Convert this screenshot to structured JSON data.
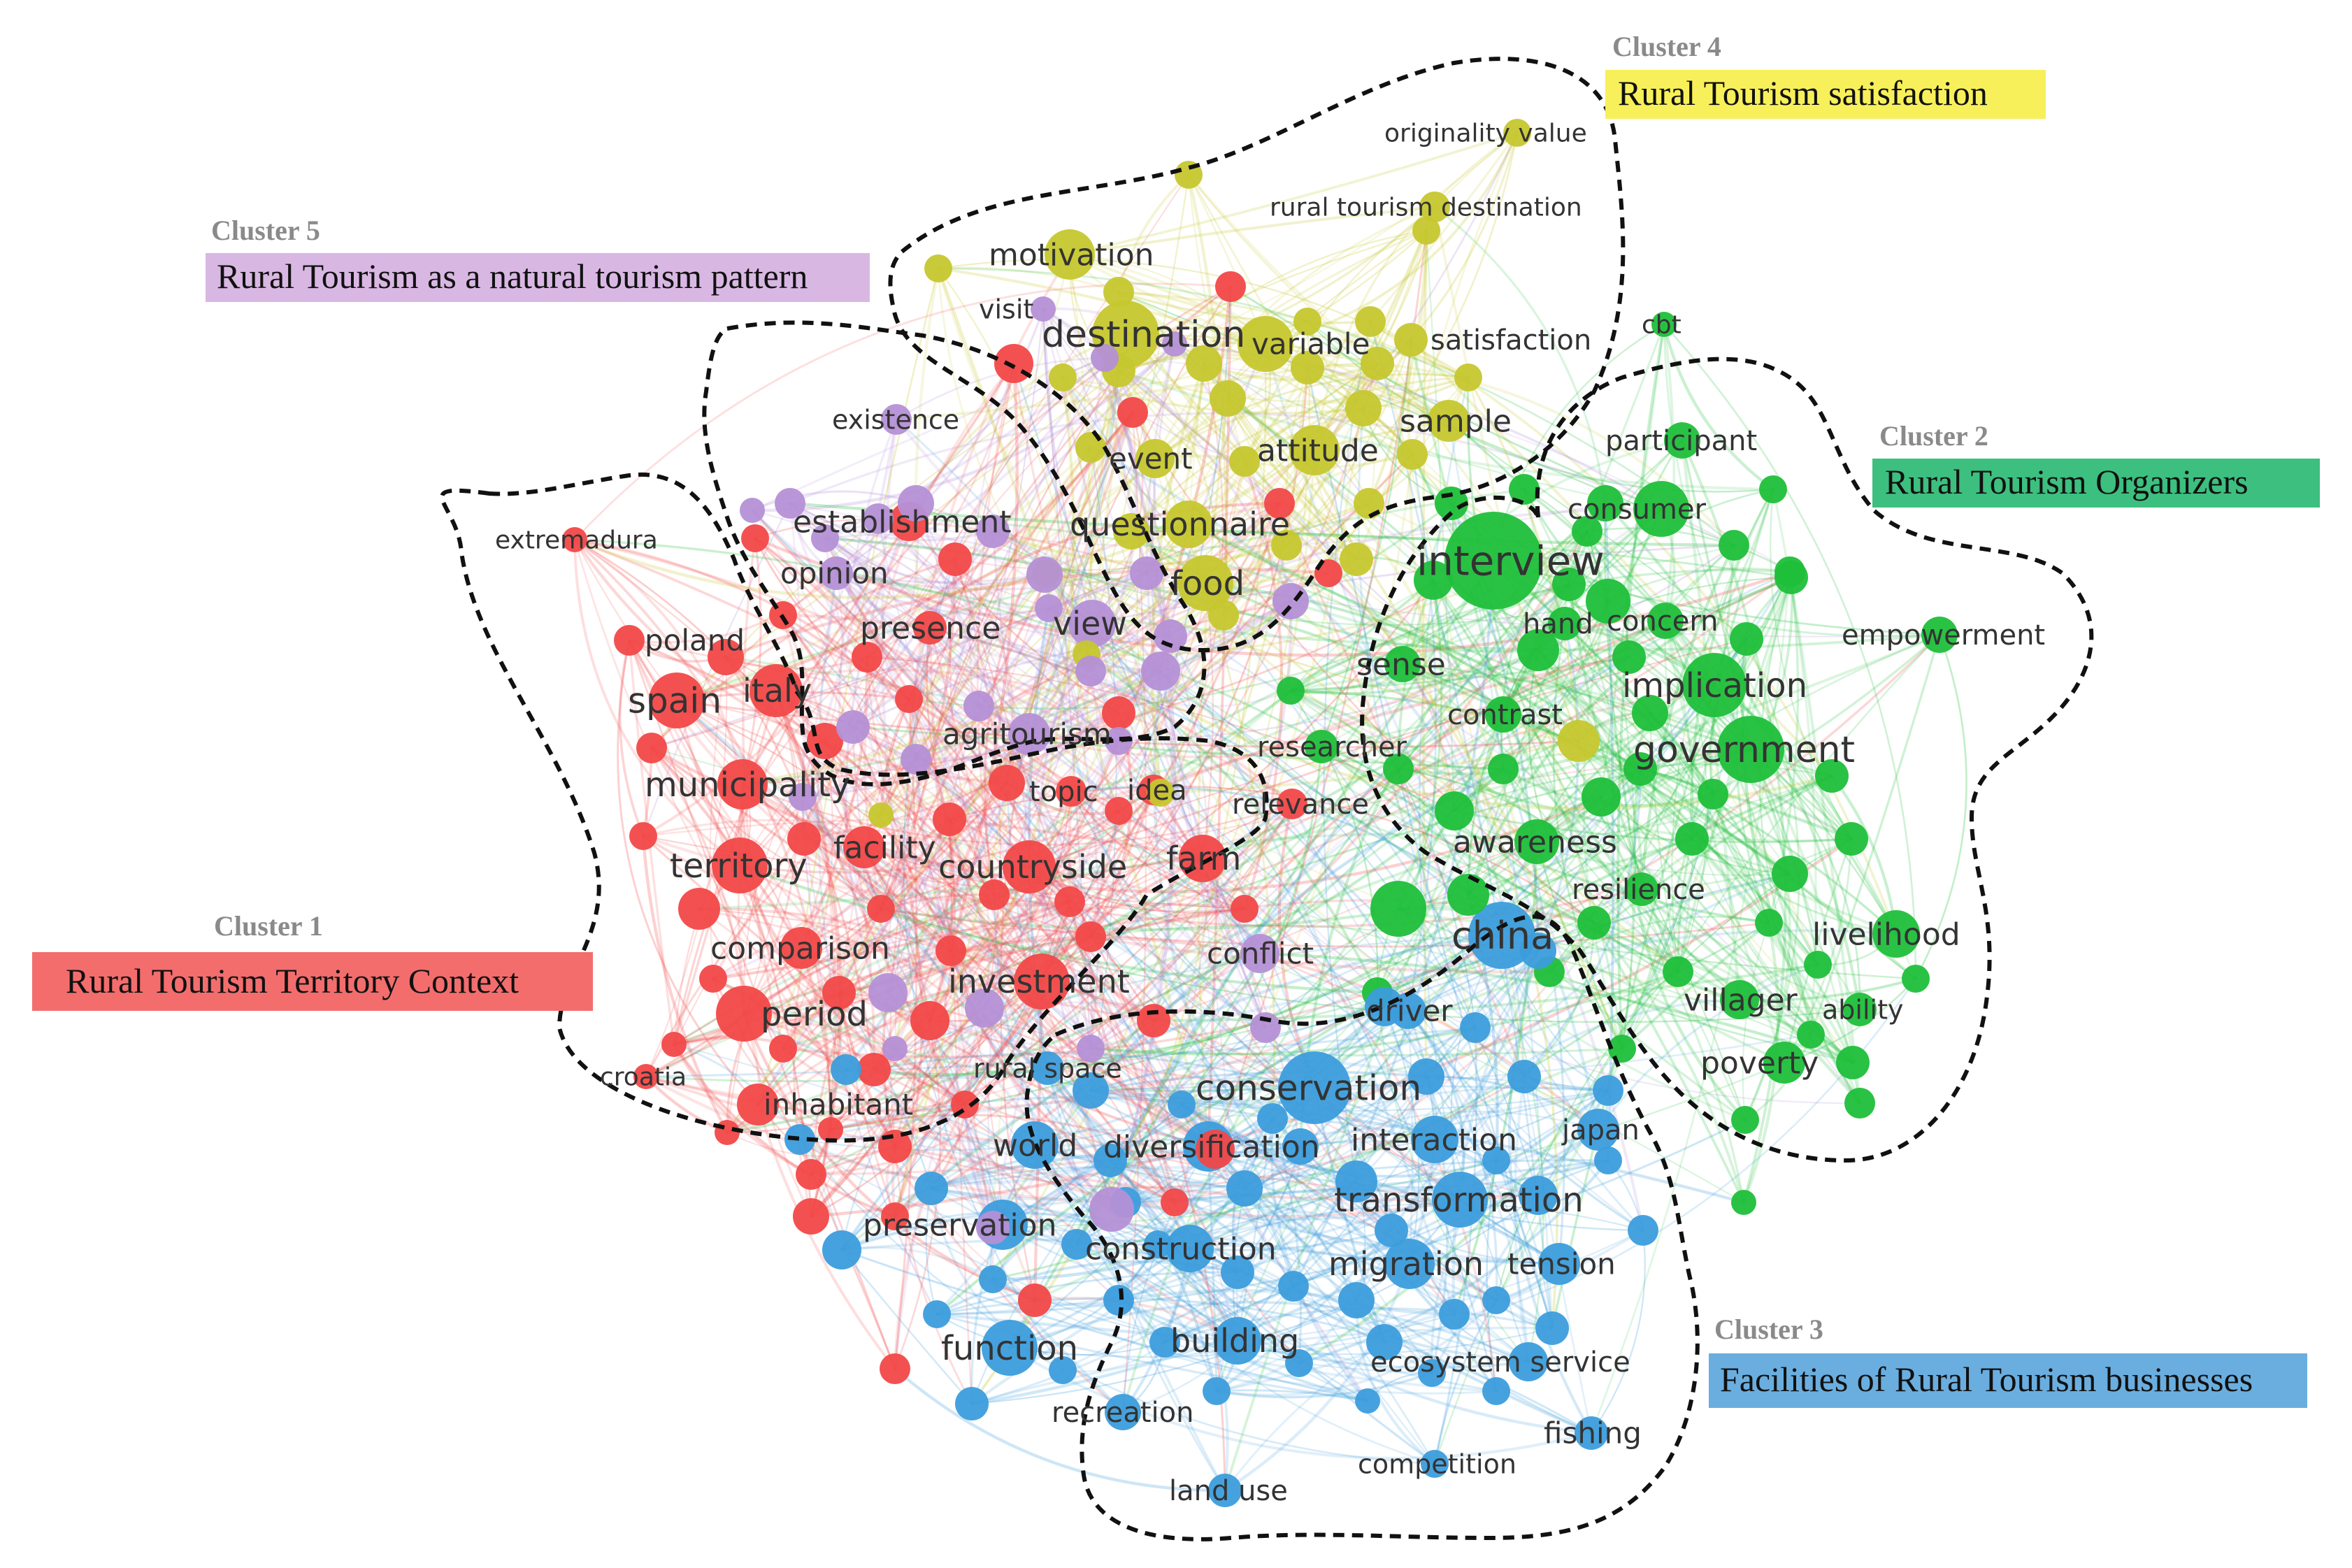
{
  "colors": {
    "cluster1": "#f24848",
    "cluster2": "#1fbf3a",
    "cluster3": "#3c9ddc",
    "cluster4": "#c6c72e",
    "cluster5": "#b590d6",
    "label1_bg": "#f36d6d",
    "label2_bg": "#3dbf7f",
    "label3_bg": "#6aaee0",
    "label4_bg": "#f7f05a",
    "label5_bg": "#d9b7e3"
  },
  "clusters": [
    {
      "id": 1,
      "heading": "Cluster 1",
      "title": "Rural Tourism Territory Context"
    },
    {
      "id": 2,
      "heading": "Cluster 2",
      "title": "Rural Tourism Organizers"
    },
    {
      "id": 3,
      "heading": "Cluster 3",
      "title": "Facilities of Rural Tourism businesses"
    },
    {
      "id": 4,
      "heading": "Cluster 4",
      "title": "Rural Tourism satisfaction"
    },
    {
      "id": 5,
      "heading": "Cluster 5",
      "title": "Rural Tourism as a natural tourism pattern"
    }
  ],
  "keywords": {
    "cluster1": [
      "extremadura",
      "poland",
      "spain",
      "italy",
      "municipality",
      "territory",
      "facility",
      "countryside",
      "farm",
      "comparison",
      "investment",
      "period",
      "croatia",
      "inhabitant",
      "establishment",
      "presence",
      "topic",
      "idea",
      "relevance"
    ],
    "cluster2": [
      "interview",
      "participant",
      "consumer",
      "hand",
      "concern",
      "empowerment",
      "sense",
      "implication",
      "contrast",
      "researcher",
      "government",
      "awareness",
      "resilience",
      "livelihood",
      "villager",
      "ability",
      "poverty",
      "cbt"
    ],
    "cluster3": [
      "china",
      "driver",
      "rural space",
      "conservation",
      "world",
      "diversification",
      "interaction",
      "japan",
      "transformation",
      "preservation",
      "construction",
      "migration",
      "tension",
      "function",
      "building",
      "ecosystem service",
      "recreation",
      "fishing",
      "competition",
      "land use"
    ],
    "cluster4": [
      "originality value",
      "rural tourism destination",
      "motivation",
      "satisfaction",
      "destination",
      "variable",
      "sample",
      "event",
      "attitude",
      "questionnaire",
      "food"
    ],
    "cluster5": [
      "visit",
      "existence",
      "opinion",
      "view",
      "agritourism",
      "conflict"
    ]
  }
}
